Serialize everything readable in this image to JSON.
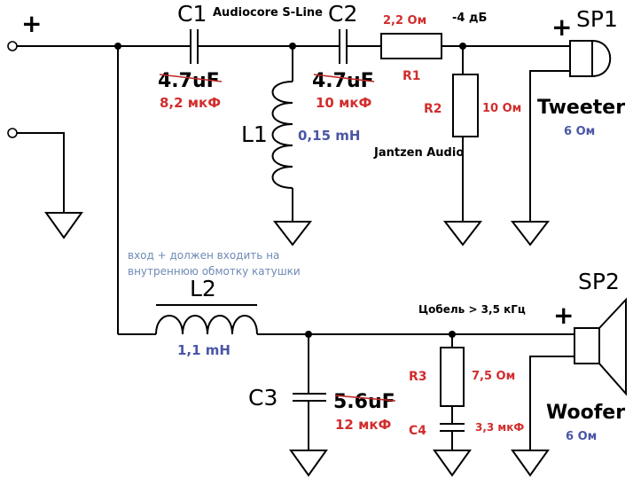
{
  "colors": {
    "red": "#d22d2d",
    "blue": "#4a56a6",
    "note": "#6e8ab5"
  },
  "terminals": {
    "plus_input": "+",
    "plus_sp1": "+",
    "plus_sp2": "+"
  },
  "brand": "Audiocore S-Line",
  "attenuation": "-4 дБ",
  "jantzen": "Jantzen Audio",
  "c1": {
    "ref": "C1",
    "old": "4.7uF",
    "new": "8,2 мкФ"
  },
  "c2": {
    "ref": "C2",
    "old": "4.7uF",
    "new": "10 мкФ"
  },
  "r1": {
    "ref": "R1",
    "value": "2,2 Ом"
  },
  "r2": {
    "ref": "R2",
    "value": "10 Ом"
  },
  "l1": {
    "ref": "L1",
    "value": "0,15 mH"
  },
  "sp1": {
    "ref": "SP1",
    "name": "Tweeter",
    "impedance": "6 Ом"
  },
  "note": {
    "line1": "вход + должен входить на",
    "line2": "внутреннюю обмотку катушки"
  },
  "l2": {
    "ref": "L2",
    "value": "1,1 mH"
  },
  "zobel": "Цобель > 3,5 кГц",
  "c3": {
    "ref": "C3",
    "old": "5.6uF",
    "new": "12 мкФ"
  },
  "r3": {
    "ref": "R3",
    "value": "7,5 Ом"
  },
  "c4": {
    "ref": "C4",
    "value": "3,3 мкФ"
  },
  "sp2": {
    "ref": "SP2",
    "name": "Woofer",
    "impedance": "6 Ом"
  }
}
